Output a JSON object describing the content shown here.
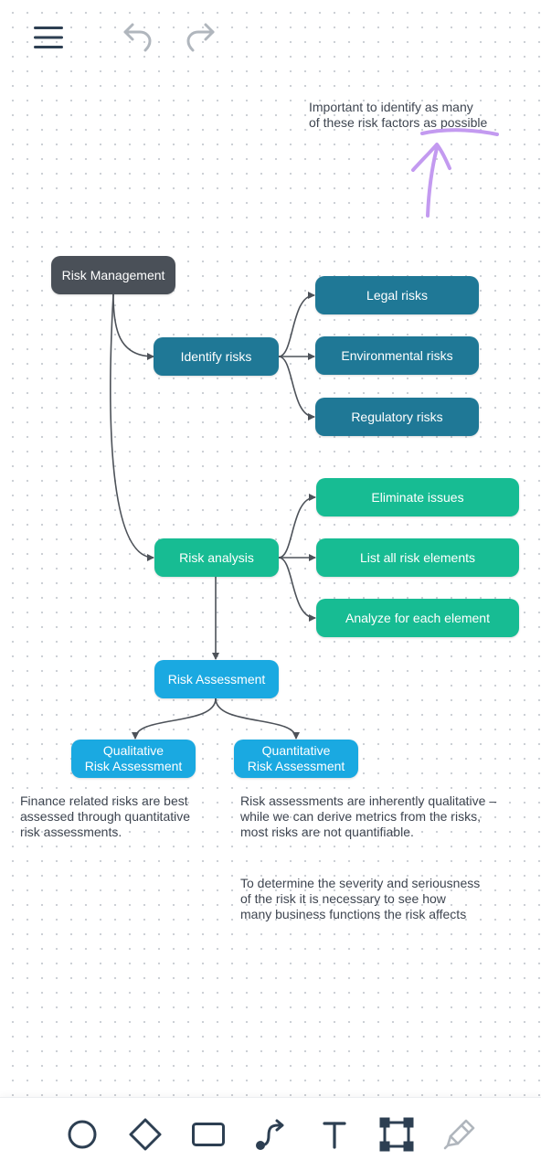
{
  "colors": {
    "dark_node": "#4a5058",
    "blue_node": "#1f7896",
    "green_node": "#17bc93",
    "sky_node": "#1aa9e1",
    "connector": "#4d5259",
    "annotation": "#c39af0",
    "icon": "#2d3f52",
    "icon_disabled": "#b0b6bd"
  },
  "topbar": {
    "menu_icon": "menu-icon",
    "undo_icon": "undo-icon",
    "redo_icon": "redo-icon"
  },
  "annotation_note": {
    "text": "Important to identify as many\nof these risk factors as possible"
  },
  "diagram": {
    "nodes": {
      "risk_management": "Risk Management",
      "identify_risks": "Identify risks",
      "legal_risks": "Legal risks",
      "environmental_risks": "Environmental risks",
      "regulatory_risks": "Regulatory risks",
      "risk_analysis": "Risk analysis",
      "eliminate_issues": "Eliminate issues",
      "list_all_risk_elements": "List all risk elements",
      "analyze_each_element": "Analyze for each element",
      "risk_assessment": "Risk Assessment",
      "qualitative_line1": "Qualitative",
      "qualitative_line2": "Risk Assessment",
      "quantitative_line1": "Quantitative",
      "quantitative_line2": "Risk Assessment"
    },
    "notes": {
      "finance": "Finance related risks are best\nassessed through quantitative\nrisk assessments.",
      "qualitative": "Risk assessments are inherently qualitative –\nwhile we can derive metrics from the risks,\nmost risks are not quantifiable.",
      "severity": "To determine the severity and seriousness\nof the risk it is necessary to see how\nmany business functions the risk affects"
    }
  },
  "toolbar": {
    "tools": [
      "circle-tool-icon",
      "diamond-tool-icon",
      "rectangle-tool-icon",
      "connector-tool-icon",
      "text-tool-icon",
      "frame-tool-icon",
      "highlighter-tool-icon"
    ]
  }
}
